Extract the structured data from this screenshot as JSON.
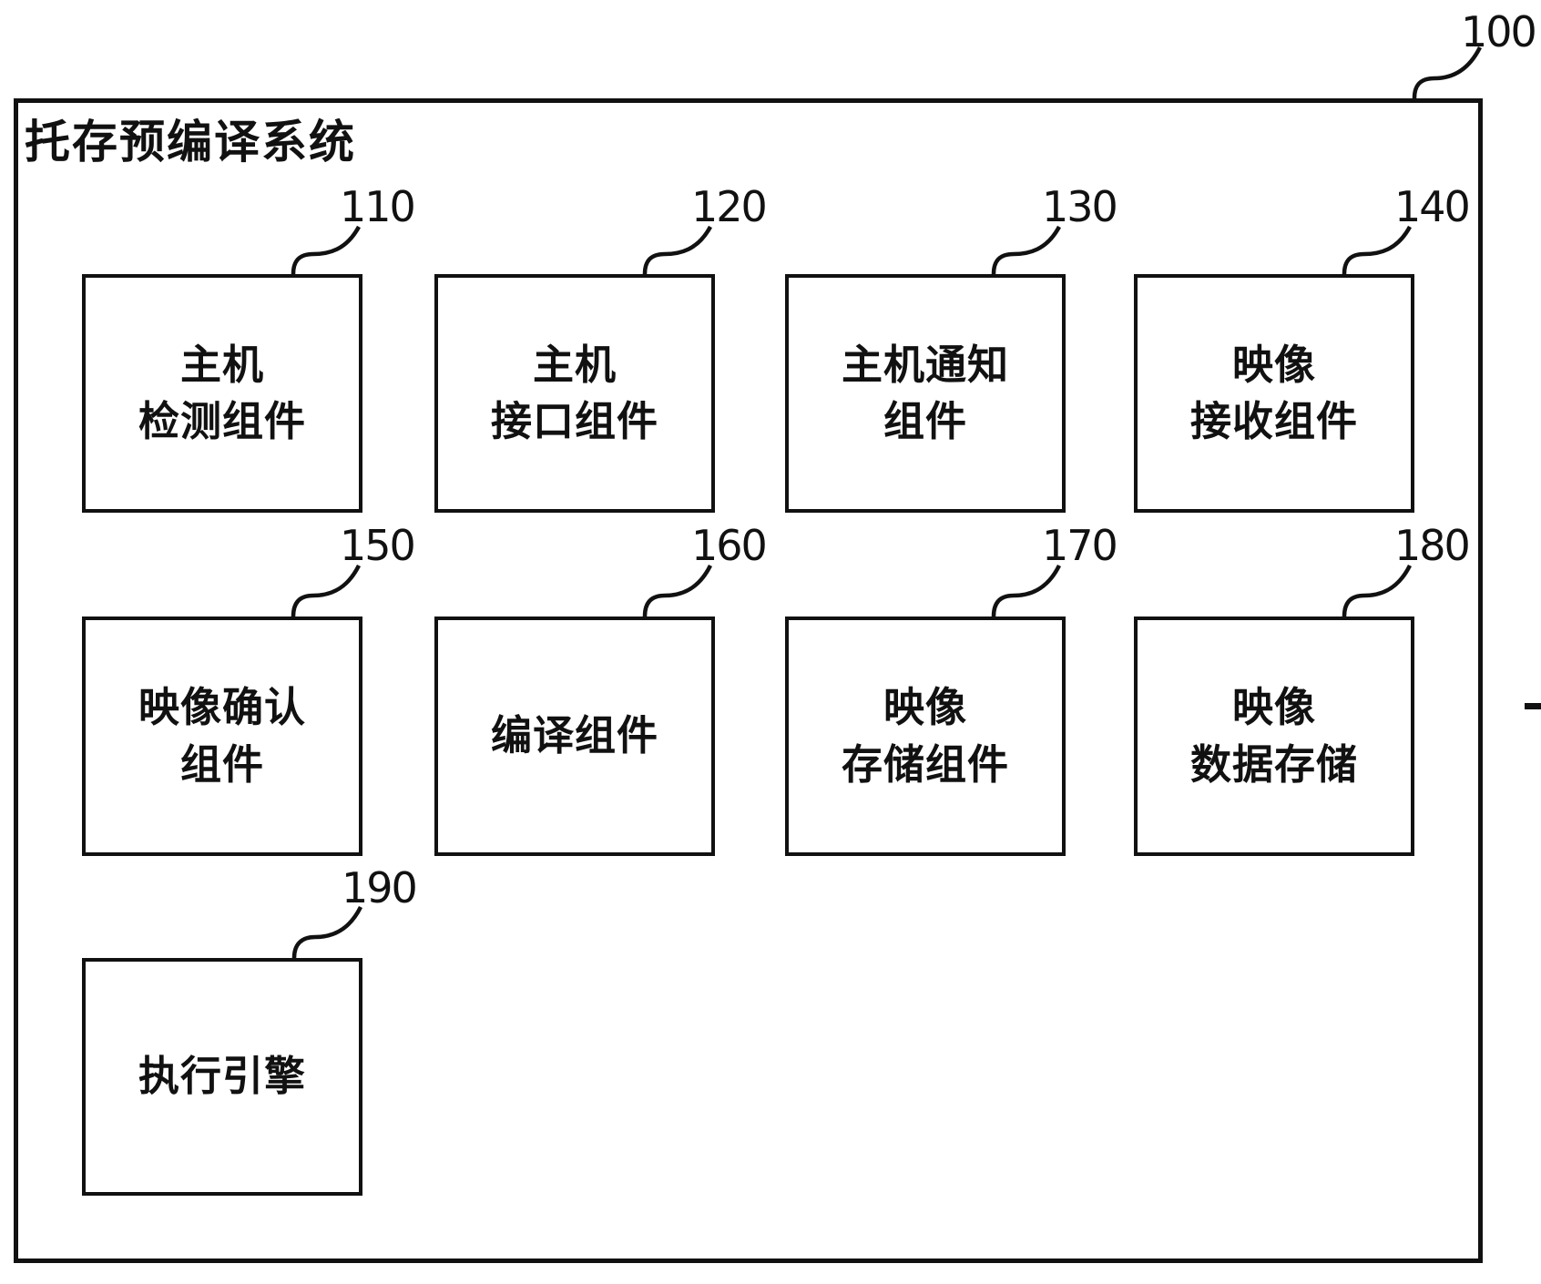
{
  "diagram": {
    "background": "#ffffff",
    "ink_color": "#111111",
    "figure_ref": "100",
    "title": "托存预编译系统",
    "components": [
      {
        "ref": "110",
        "line1": "主机",
        "line2": "检测组件"
      },
      {
        "ref": "120",
        "line1": "主机",
        "line2": "接口组件"
      },
      {
        "ref": "130",
        "line1": "主机通知",
        "line2": "组件"
      },
      {
        "ref": "140",
        "line1": "映像",
        "line2": "接收组件"
      },
      {
        "ref": "150",
        "line1": "映像确认",
        "line2": "组件"
      },
      {
        "ref": "160",
        "line1": "编译组件",
        "line2": ""
      },
      {
        "ref": "170",
        "line1": "映像",
        "line2": "存储组件"
      },
      {
        "ref": "180",
        "line1": "映像",
        "line2": "数据存储"
      },
      {
        "ref": "190",
        "line1": "执行引擎",
        "line2": ""
      }
    ]
  }
}
